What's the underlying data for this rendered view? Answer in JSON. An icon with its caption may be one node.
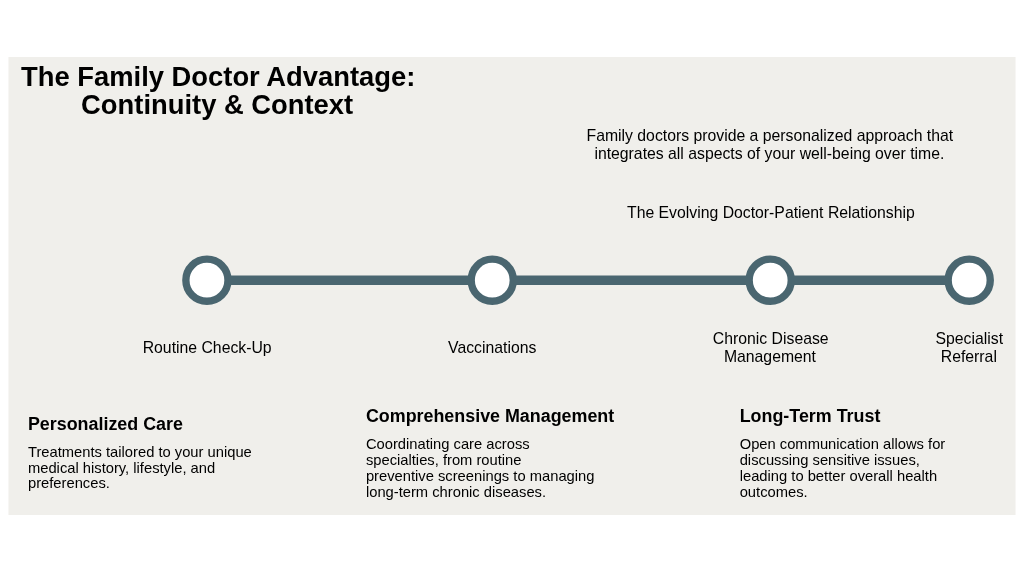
{
  "diagram": {
    "title": "The Family Doctor Advantage: Continuity & Context",
    "nodes": [
      {
        "text": [],
        "shape": "circle",
        "beside": [
          "Routine Check-Up"
        ]
      },
      {
        "text": [],
        "shape": "circle",
        "beside": [
          "Vaccinations"
        ]
      },
      {
        "text": [],
        "shape": "circle",
        "beside": [
          "Chronic Disease Management"
        ]
      },
      {
        "text": [],
        "shape": "circle",
        "beside": [
          "Specialist Referral"
        ]
      }
    ],
    "edges": [
      {
        "from": 0,
        "to": 1,
        "arrow": "none"
      },
      {
        "from": 1,
        "to": 2,
        "arrow": "none"
      },
      {
        "from": 2,
        "to": 3,
        "arrow": "none"
      }
    ],
    "labels": [
      "Family doctors provide a personalized approach that integrates all aspects of your well-being over time.",
      "The Evolving Doctor-Patient Relationship",
      "Personalized Care",
      "Treatments tailored to your unique medical history, lifestyle, and preferences.",
      "Comprehensive Management",
      "Coordinating care across specialties, from routine preventive screenings to managing long-term chronic diseases.",
      "Long-Term Trust",
      "Open communication allows for discussing sensitive issues, leading to better overall health outcomes."
    ]
  }
}
